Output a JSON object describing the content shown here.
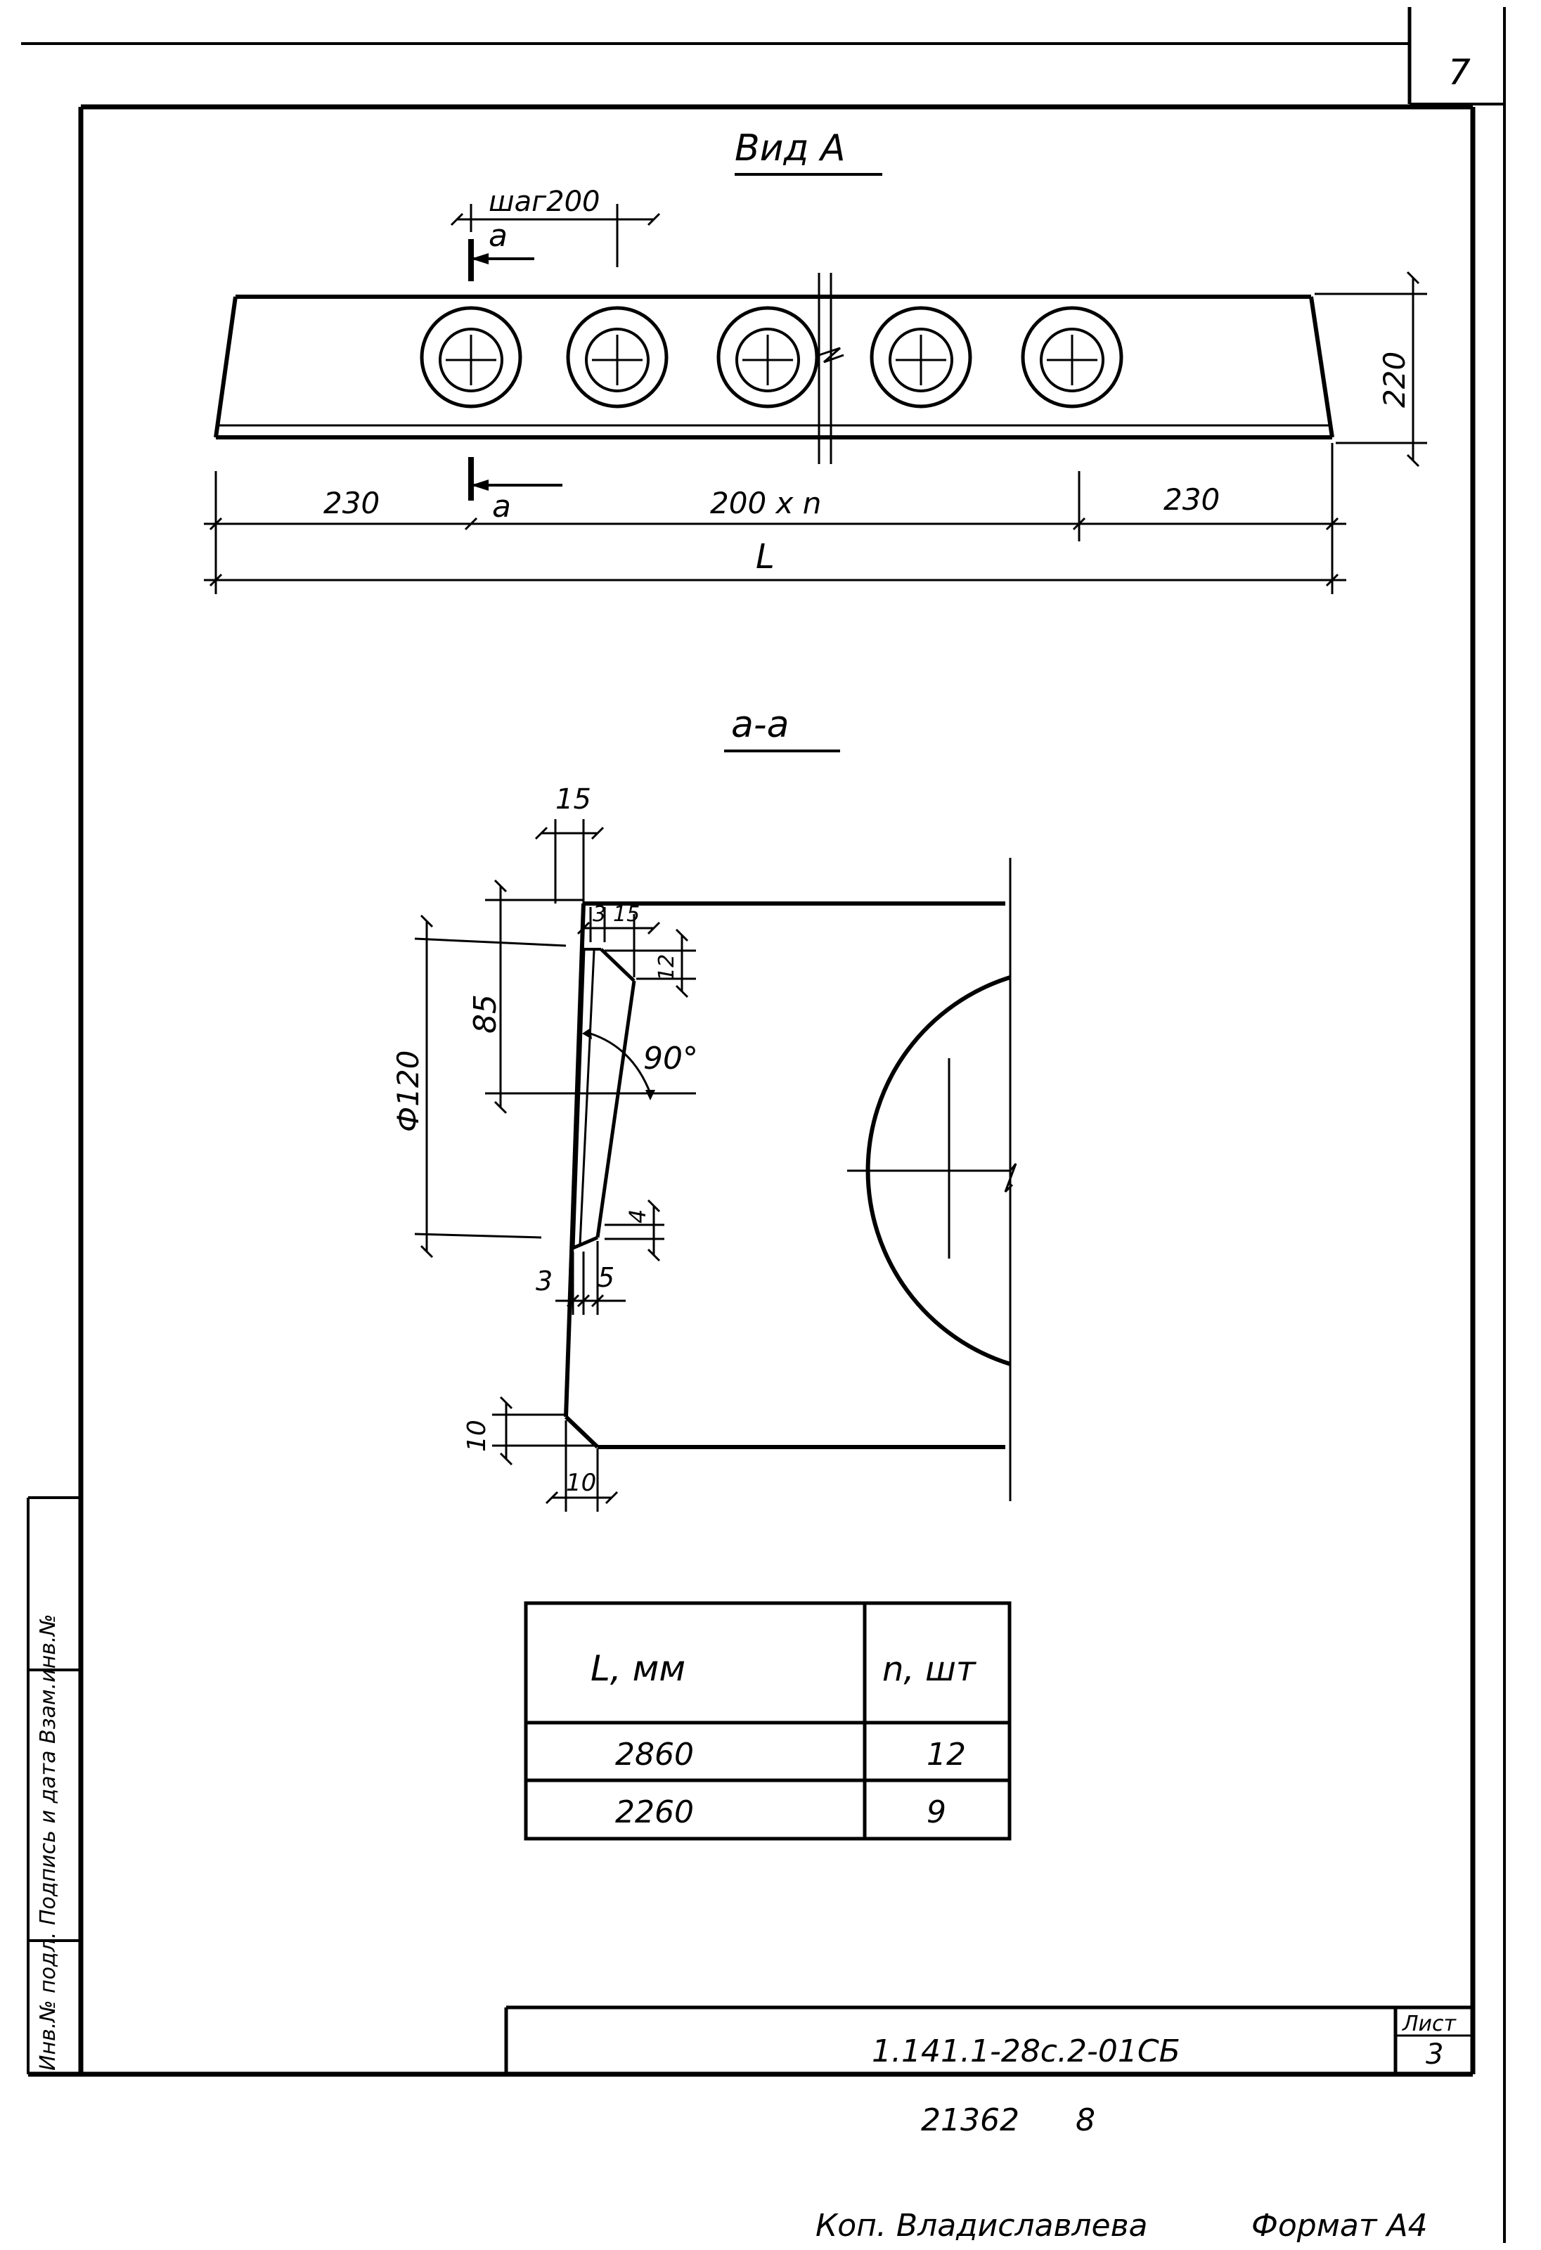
{
  "sheet": {
    "page_number": "7",
    "view_title": "Вид А",
    "section_title": "а-а",
    "section_marker": "а",
    "drawing_code": "1.141.1-28с.2-01СБ",
    "sheet_label": "Лист",
    "sheet_number": "3",
    "archive_number": "21362",
    "archive_suffix": "8",
    "copier": "Коп. Владиславлева",
    "format": "Формат А4",
    "stamp_side_text": "Инв.№ подл. Подпись и дата Взам.инв.№"
  },
  "view_a": {
    "pitch_label": "шаг200",
    "height_label": "220",
    "left_margin": "230",
    "middle_span": "200 х n",
    "right_margin": "230",
    "total_length": "L"
  },
  "section": {
    "dim_top_width": "15",
    "dim_3": "3",
    "dim_15": "15",
    "dim_12": "12",
    "dim_85": "85",
    "dim_diameter": "Ф120",
    "angle": "90°",
    "dim_4": "4",
    "dim_3b": "3",
    "dim_5": "5",
    "dim_10_vertical": "10",
    "dim_10_horizontal": "10"
  },
  "table": {
    "headers": [
      "L, мм",
      "n, шт"
    ],
    "rows": [
      [
        "2860",
        "12"
      ],
      [
        "2260",
        "9"
      ]
    ]
  }
}
